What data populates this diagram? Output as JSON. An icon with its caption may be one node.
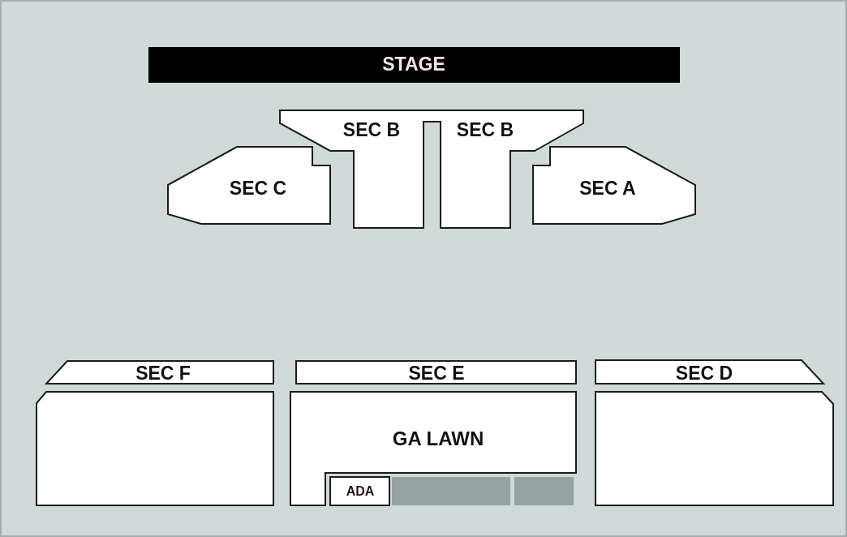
{
  "diagram": {
    "nodes": [
      {
        "text": [
          "STAGE"
        ]
      },
      {
        "text": [
          "SEC B",
          "SEC B"
        ]
      },
      {
        "text": [
          "SEC C"
        ]
      },
      {
        "text": [
          "SEC A"
        ]
      },
      {
        "text": [
          "SEC F"
        ]
      },
      {
        "text": [
          "SEC E"
        ]
      },
      {
        "text": [
          "SEC D"
        ]
      },
      {
        "text": [],
        "shape": "box"
      },
      {
        "text": [
          "GA LAWN"
        ]
      },
      {
        "text": [
          "ADA"
        ]
      },
      {
        "text": [],
        "shape": "box"
      },
      {
        "text": [],
        "shape": "box"
      },
      {
        "text": [],
        "shape": "box"
      }
    ]
  }
}
